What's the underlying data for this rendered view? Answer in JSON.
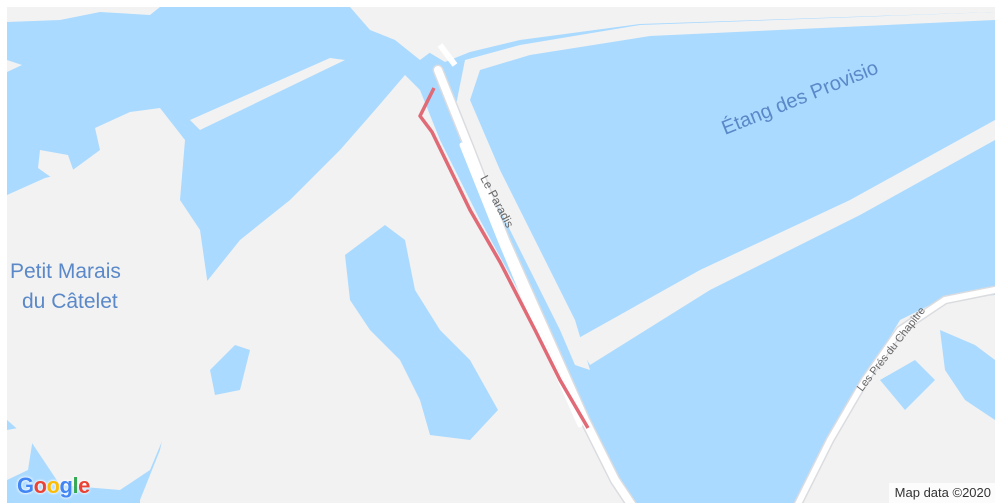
{
  "map": {
    "colors": {
      "water": "#aadaff",
      "land": "#f2f2f2",
      "road": "#ffffff",
      "road_edge": "#dadce0",
      "route": "#e06a76"
    },
    "labels": {
      "petit_marais_line1": "Petit Marais",
      "petit_marais_line2": "du Câtelet",
      "etang": "Étang des Provisio",
      "le_paradis": "Le Paradis",
      "les_pres": "Les Prés du Chapitre"
    }
  },
  "attribution": "Map data ©2020",
  "logo": {
    "letters": [
      "G",
      "o",
      "o",
      "g",
      "l",
      "e"
    ]
  }
}
